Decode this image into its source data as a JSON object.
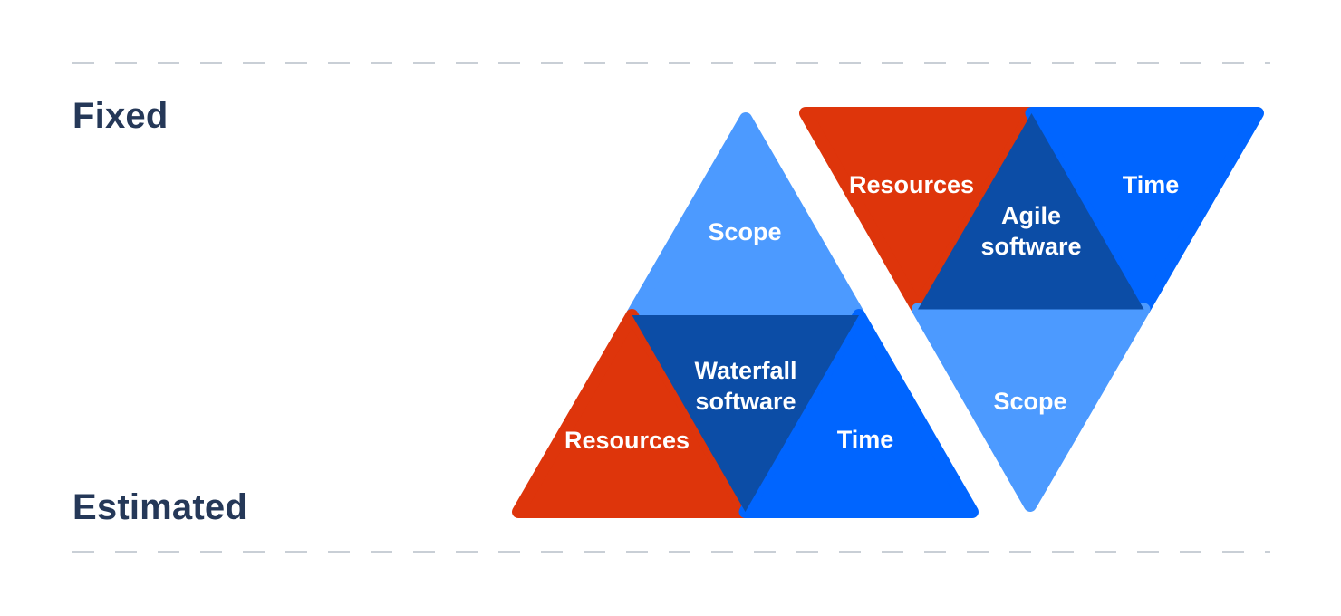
{
  "axis": {
    "top_label": "Fixed",
    "bottom_label": "Estimated",
    "label_color": "#253858",
    "dash_color": "#C9CFD6"
  },
  "colors": {
    "scope": "#4C9AFF",
    "time": "#0065FF",
    "resources": "#DE350B",
    "center": "#0C4DA6",
    "label_text": "#FFFFFF"
  },
  "waterfall_triangle": {
    "orientation": "pointing-up",
    "scope_label": "Scope",
    "resources_label": "Resources",
    "time_label": "Time",
    "name_line1": "Waterfall",
    "name_line2": "software"
  },
  "agile_triangle": {
    "orientation": "pointing-down",
    "scope_label": "Scope",
    "resources_label": "Resources",
    "time_label": "Time",
    "name_line1": "Agile",
    "name_line2": "software"
  }
}
